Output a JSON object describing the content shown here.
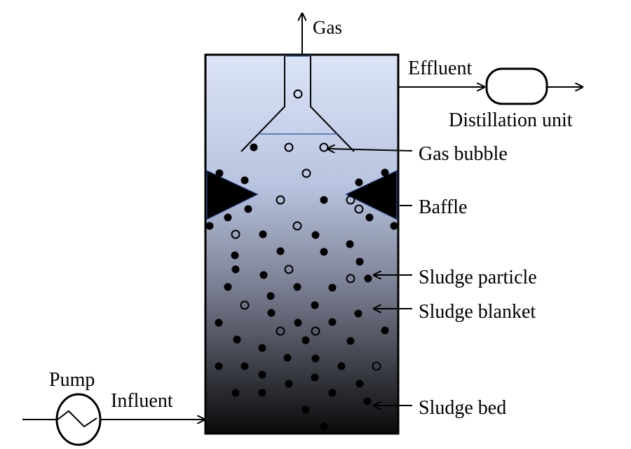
{
  "labels": {
    "gas": "Gas",
    "effluent": "Effluent",
    "distillation_unit": "Distillation unit",
    "gas_bubble": "Gas bubble",
    "baffle": "Baffle",
    "sludge_particle": "Sludge particle",
    "sludge_blanket": "Sludge blanket",
    "sludge_bed": "Sludge bed",
    "pump": "Pump",
    "influent": "Influent"
  },
  "colors": {
    "reactor_top": "#dce4f7",
    "reactor_mid": "#b8c3df",
    "reactor_bottom": "#0a0a0a",
    "stroke": "#000000",
    "gas_liquid_line": "#3a64b0",
    "particle": "#000000"
  }
}
